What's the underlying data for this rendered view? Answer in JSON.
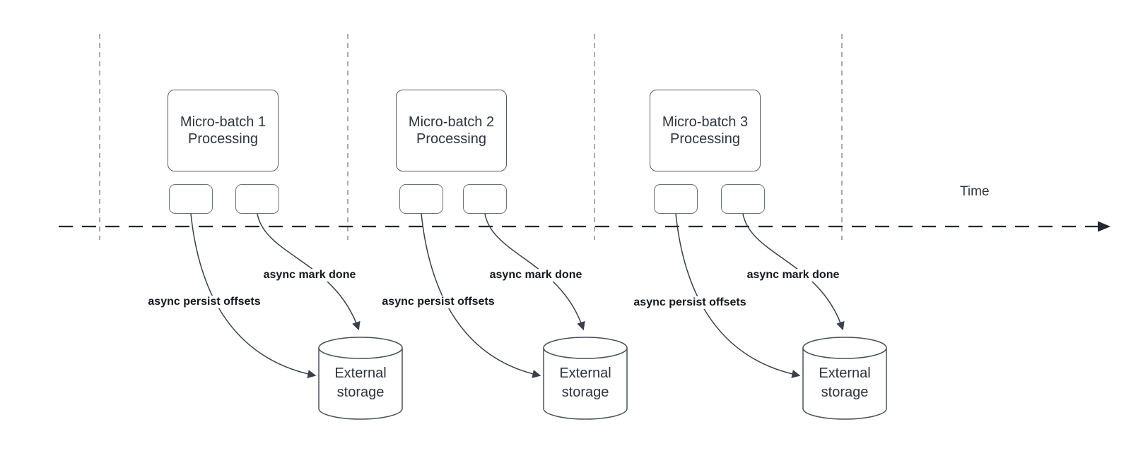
{
  "colors": {
    "background": "#ffffff",
    "shape_stroke": "#545b66",
    "shape_text": "#2e3440",
    "arrow_stroke": "#3a404b",
    "edge_label_text": "#15181e",
    "timeline_stroke": "#23272f",
    "phase_divider_stroke": "#ababab"
  },
  "timeline": {
    "label": "Time"
  },
  "groups": [
    {
      "processing_line1": "Micro-batch 1",
      "processing_line2": "Processing",
      "persist_label": "async persist offsets",
      "done_label": "async mark done",
      "storage_line1": "External",
      "storage_line2": "storage"
    },
    {
      "processing_line1": "Micro-batch 2",
      "processing_line2": "Processing",
      "persist_label": "async persist offsets",
      "done_label": "async mark done",
      "storage_line1": "External",
      "storage_line2": "storage"
    },
    {
      "processing_line1": "Micro-batch 3",
      "processing_line2": "Processing",
      "persist_label": "async persist offsets",
      "done_label": "async mark done",
      "storage_line1": "External",
      "storage_line2": "storage"
    }
  ]
}
